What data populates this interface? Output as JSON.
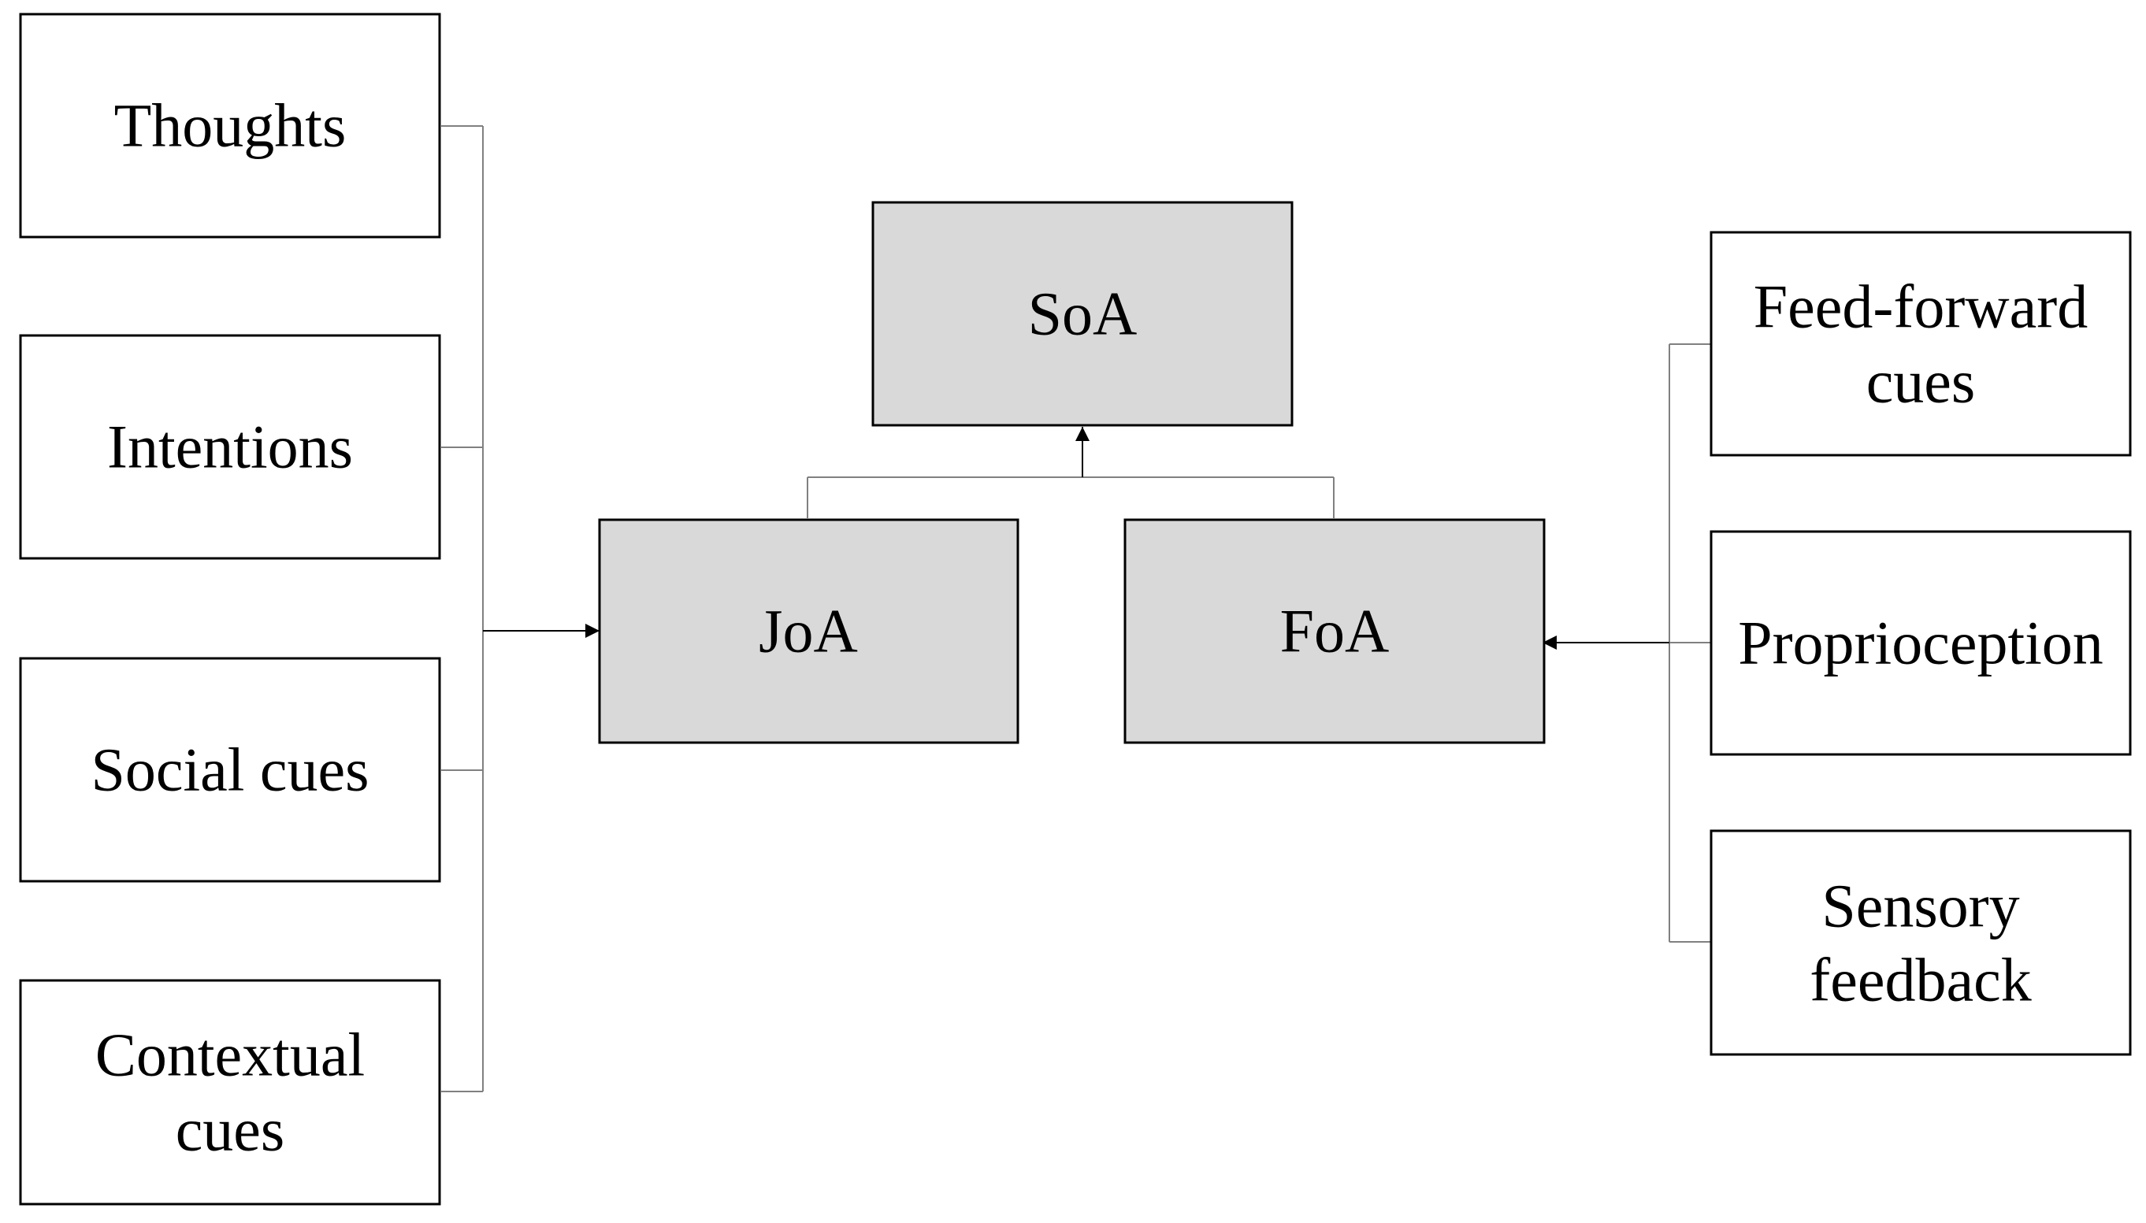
{
  "diagram": {
    "center": {
      "top": {
        "label": "SoA"
      },
      "left": {
        "label": "JoA"
      },
      "right": {
        "label": "FoA"
      }
    },
    "left_inputs": [
      {
        "lines": [
          "Thoughts"
        ]
      },
      {
        "lines": [
          "Intentions"
        ]
      },
      {
        "lines": [
          "Social cues"
        ]
      },
      {
        "lines": [
          "Contextual",
          "cues"
        ]
      }
    ],
    "right_inputs": [
      {
        "lines": [
          "Feed-forward",
          "cues"
        ]
      },
      {
        "lines": [
          "Proprioception"
        ]
      },
      {
        "lines": [
          "Sensory",
          "feedback"
        ]
      }
    ],
    "colors": {
      "center_fill": "#d9d9d9",
      "input_fill": "#ffffff",
      "border": "#000000",
      "connector": "#808080",
      "arrow": "#000000"
    }
  }
}
